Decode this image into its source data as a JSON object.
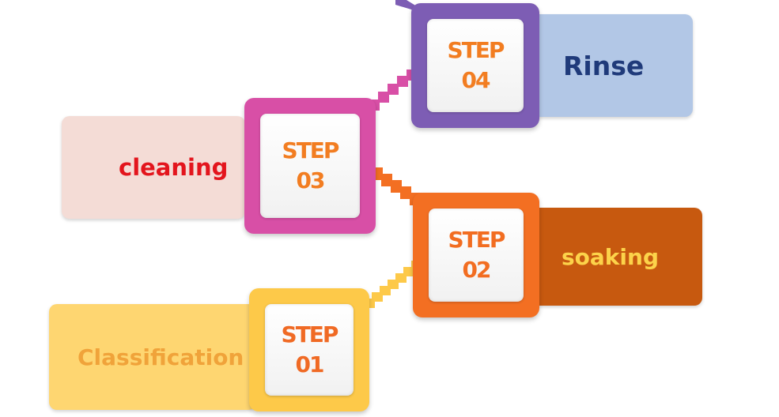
{
  "steps": [
    {
      "id": "step1",
      "word": "STEP",
      "number": "01",
      "label": "Classification",
      "frame_color": "#fdc949",
      "label_bg": "#fed671",
      "label_color": "#f0a33a",
      "text_color": "#f06a24"
    },
    {
      "id": "step2",
      "word": "STEP",
      "number": "02",
      "label": "soaking",
      "frame_color": "#f36f22",
      "label_bg": "#c7590f",
      "label_color": "#fcd34a",
      "text_color": "#f26d21"
    },
    {
      "id": "step3",
      "word": "STEP",
      "number": "03",
      "label": "cleaning",
      "frame_color": "#d84fa6",
      "label_bg": "#f4dcd6",
      "label_color": "#e3151d",
      "text_color": "#f27d21"
    },
    {
      "id": "step4",
      "word": "STEP",
      "number": "04",
      "label": "Rinse",
      "frame_color": "#7d5db4",
      "label_bg": "#b2c7e6",
      "label_color": "#1f3a7a",
      "text_color": "#f27d21"
    }
  ]
}
